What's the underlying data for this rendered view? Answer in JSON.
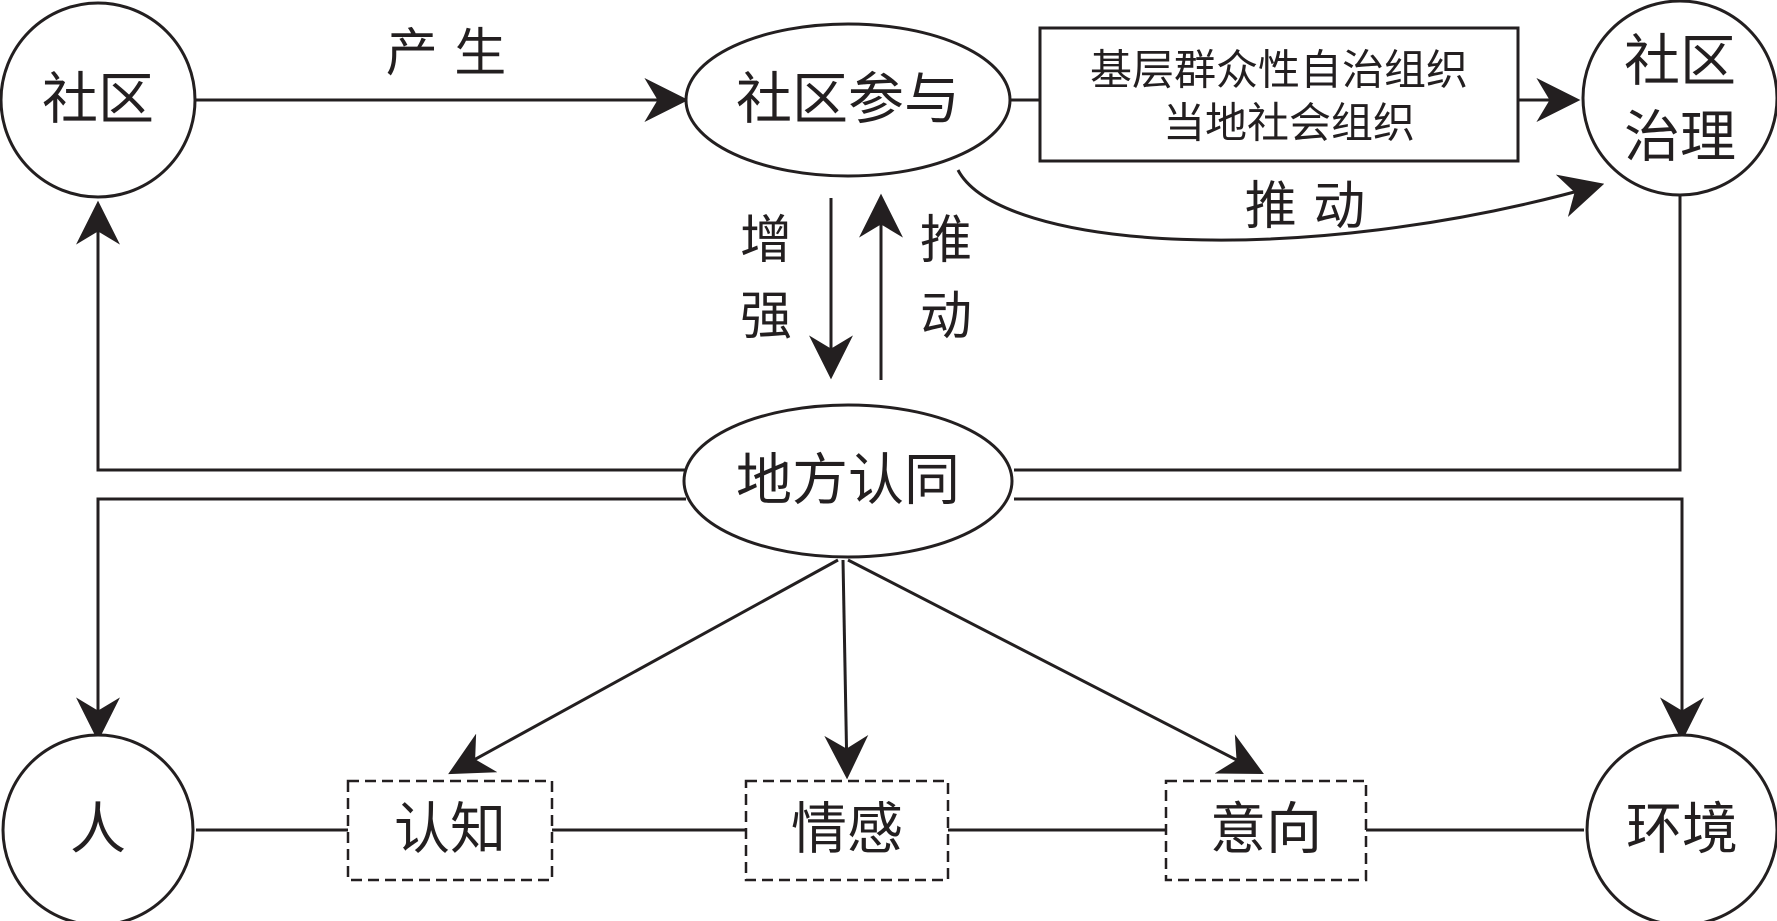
{
  "nodes": {
    "community": "社区",
    "participation": "社区参与",
    "organizations": {
      "line1": "基层群众性自治组织",
      "line2": "当地社会组织"
    },
    "governance": {
      "line1": "社区",
      "line2": "治理"
    },
    "place_identity": "地方认同",
    "person": "人",
    "cognition": "认知",
    "emotion": "情感",
    "intention": "意向",
    "environment": "环境"
  },
  "edges": {
    "produce": "产  生",
    "promote_top": "推  动",
    "enhance": {
      "char1": "增",
      "char2": "强"
    },
    "promote_vertical": {
      "char1": "推",
      "char2": "动"
    }
  },
  "colors": {
    "stroke": "#231f20",
    "background": "#ffffff"
  }
}
